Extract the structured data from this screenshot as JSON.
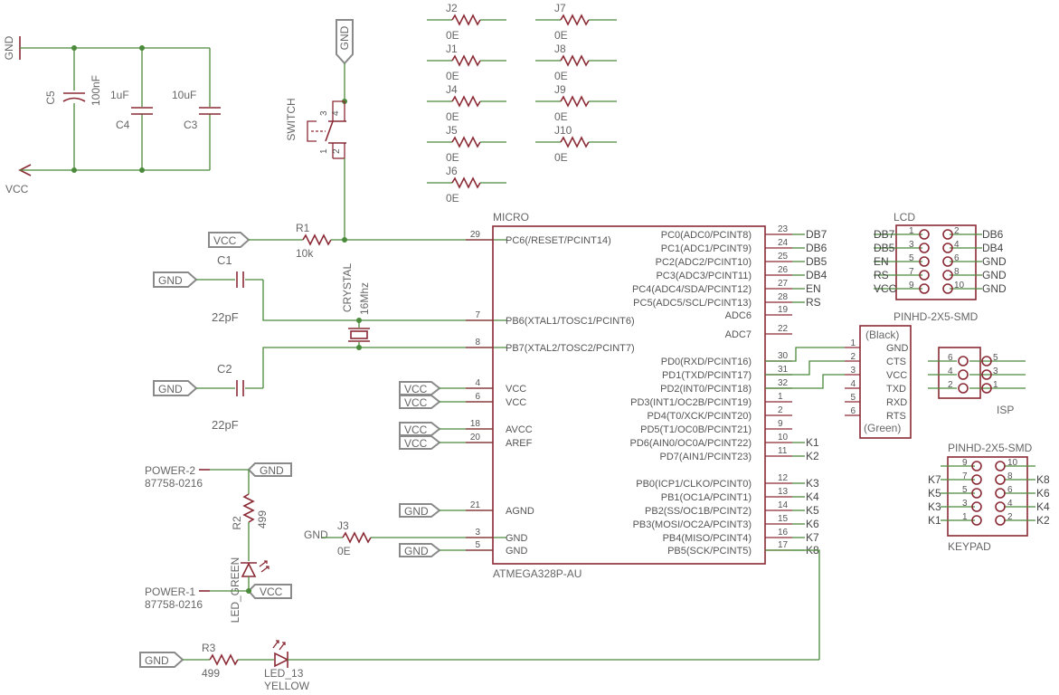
{
  "power_labels": {
    "gnd": "GND",
    "vcc": "VCC"
  },
  "capacitors": {
    "c5": {
      "name": "C5",
      "value": "100nF"
    },
    "c4": {
      "name": "C4",
      "value": "1uF"
    },
    "c3": {
      "name": "C3",
      "value": "10uF"
    },
    "c1": {
      "name": "C1",
      "value": "22pF"
    },
    "c2": {
      "name": "C2",
      "value": "22pF"
    }
  },
  "switch": {
    "name": "SWITCH",
    "pins": [
      "1",
      "2",
      "3",
      "4"
    ]
  },
  "jumpers": [
    {
      "name": "J2",
      "value": "0E"
    },
    {
      "name": "J1",
      "value": "0E"
    },
    {
      "name": "J4",
      "value": "0E"
    },
    {
      "name": "J5",
      "value": "0E"
    },
    {
      "name": "J6",
      "value": "0E"
    },
    {
      "name": "J7",
      "value": "0E"
    },
    {
      "name": "J8",
      "value": "0E"
    },
    {
      "name": "J9",
      "value": "0E"
    },
    {
      "name": "J10",
      "value": "0E"
    },
    {
      "name": "J3",
      "value": "0E"
    }
  ],
  "r1": {
    "name": "R1",
    "value": "10k"
  },
  "r2": {
    "name": "R2",
    "value": "499"
  },
  "r3": {
    "name": "R3",
    "value": "499"
  },
  "crystal": {
    "name": "CRYSTAL",
    "value": "16Mhz"
  },
  "micro": {
    "name": "MICRO",
    "part": "ATMEGA328P-AU",
    "left_pins": [
      {
        "num": "29",
        "name": "PC6(/RESET/PCINT14)"
      },
      {
        "num": "7",
        "name": "PB6(XTAL1/TOSC1/PCINT6)"
      },
      {
        "num": "8",
        "name": "PB7(XTAL2/TOSC2/PCINT7)"
      },
      {
        "num": "4",
        "name": "VCC"
      },
      {
        "num": "6",
        "name": "VCC"
      },
      {
        "num": "18",
        "name": "AVCC"
      },
      {
        "num": "20",
        "name": "AREF"
      },
      {
        "num": "21",
        "name": "AGND"
      },
      {
        "num": "3",
        "name": "GND"
      },
      {
        "num": "5",
        "name": "GND"
      }
    ],
    "right_pins": [
      {
        "num": "23",
        "name": "PC0(ADC0/PCINT8)",
        "net": "DB7"
      },
      {
        "num": "24",
        "name": "PC1(ADC1/PCINT9)",
        "net": "DB6"
      },
      {
        "num": "25",
        "name": "PC2(ADC2/PCINT10)",
        "net": "DB5"
      },
      {
        "num": "26",
        "name": "PC3(ADC3/PCINT11)",
        "net": "DB4"
      },
      {
        "num": "27",
        "name": "PC4(ADC4/SDA/PCINT12)",
        "net": "EN"
      },
      {
        "num": "28",
        "name": "PC5(ADC5/SCL/PCINT13)",
        "net": "RS"
      },
      {
        "num": "19",
        "name": "ADC6",
        "net": ""
      },
      {
        "num": "22",
        "name": "ADC7",
        "net": ""
      },
      {
        "num": "30",
        "name": "PD0(RXD/PCINT16)",
        "net": ""
      },
      {
        "num": "31",
        "name": "PD1(TXD/PCINT17)",
        "net": ""
      },
      {
        "num": "32",
        "name": "PD2(INT0/PCINT18)",
        "net": ""
      },
      {
        "num": "1",
        "name": "PD3(INT1/OC2B/PCINT19)",
        "net": ""
      },
      {
        "num": "2",
        "name": "PD4(T0/XCK/PCINT20)",
        "net": ""
      },
      {
        "num": "9",
        "name": "PD5(T1/OC0B/PCINT21)",
        "net": ""
      },
      {
        "num": "10",
        "name": "PD6(AIN0/OC0A/PCINT22)",
        "net": "K1"
      },
      {
        "num": "11",
        "name": "PD7(AIN1/PCINT23)",
        "net": "K2"
      },
      {
        "num": "12",
        "name": "PB0(ICP1/CLKO/PCINT0)",
        "net": "K3"
      },
      {
        "num": "13",
        "name": "PB1(OC1A/PCINT1)",
        "net": "K4"
      },
      {
        "num": "14",
        "name": "PB2(SS/OC1B/PCINT2)",
        "net": "K5"
      },
      {
        "num": "15",
        "name": "PB3(MOSI/OC2A/PCINT3)",
        "net": "K6"
      },
      {
        "num": "16",
        "name": "PB4(MISO/PCINT4)",
        "net": "K7"
      },
      {
        "num": "17",
        "name": "PB5(SCK/PCINT5)",
        "net": "K8"
      }
    ]
  },
  "lcd": {
    "name": "LCD",
    "part": "PINHD-2X5-SMD",
    "rows": [
      {
        "left_net": "DB7",
        "left_pin": "1",
        "right_pin": "2",
        "right_net": "DB6"
      },
      {
        "left_net": "DB5",
        "left_pin": "3",
        "right_pin": "4",
        "right_net": "DB4"
      },
      {
        "left_net": "EN",
        "left_pin": "5",
        "right_pin": "6",
        "right_net": "GND"
      },
      {
        "left_net": "RS",
        "left_pin": "7",
        "right_pin": "8",
        "right_net": "GND"
      },
      {
        "left_net": "VCC",
        "left_pin": "9",
        "right_pin": "10",
        "right_net": "GND"
      }
    ]
  },
  "ftdi": {
    "top": "(Black)",
    "bottom": "(Green)",
    "pins": [
      {
        "num": "1",
        "name": "GND"
      },
      {
        "num": "2",
        "name": "CTS"
      },
      {
        "num": "3",
        "name": "VCC"
      },
      {
        "num": "4",
        "name": "TXD"
      },
      {
        "num": "5",
        "name": "RXD"
      },
      {
        "num": "6",
        "name": "RTS"
      }
    ]
  },
  "isp": {
    "name": "ISP",
    "rows": [
      {
        "left": "6",
        "right": "5"
      },
      {
        "left": "4",
        "right": "3"
      },
      {
        "left": "2",
        "right": "1"
      }
    ]
  },
  "keypad": {
    "name": "KEYPAD",
    "part": "PINHD-2X5-SMD",
    "rows": [
      {
        "left_net": "",
        "left_pin": "9",
        "right_pin": "10",
        "right_net": ""
      },
      {
        "left_net": "K7",
        "left_pin": "7",
        "right_pin": "8",
        "right_net": "K8"
      },
      {
        "left_net": "K5",
        "left_pin": "5",
        "right_pin": "6",
        "right_net": "K6"
      },
      {
        "left_net": "K3",
        "left_pin": "3",
        "right_pin": "4",
        "right_net": "K4"
      },
      {
        "left_net": "K1",
        "left_pin": "1",
        "right_pin": "2",
        "right_net": "K2"
      }
    ]
  },
  "power_conn": {
    "p2_name": "POWER-2",
    "p2_part": "87758-0216",
    "p1_name": "POWER-1",
    "p1_part": "87758-0216"
  },
  "led_green": {
    "name": "LED_GREEN"
  },
  "led_13": {
    "name": "LED_13",
    "color": "YELLOW"
  }
}
